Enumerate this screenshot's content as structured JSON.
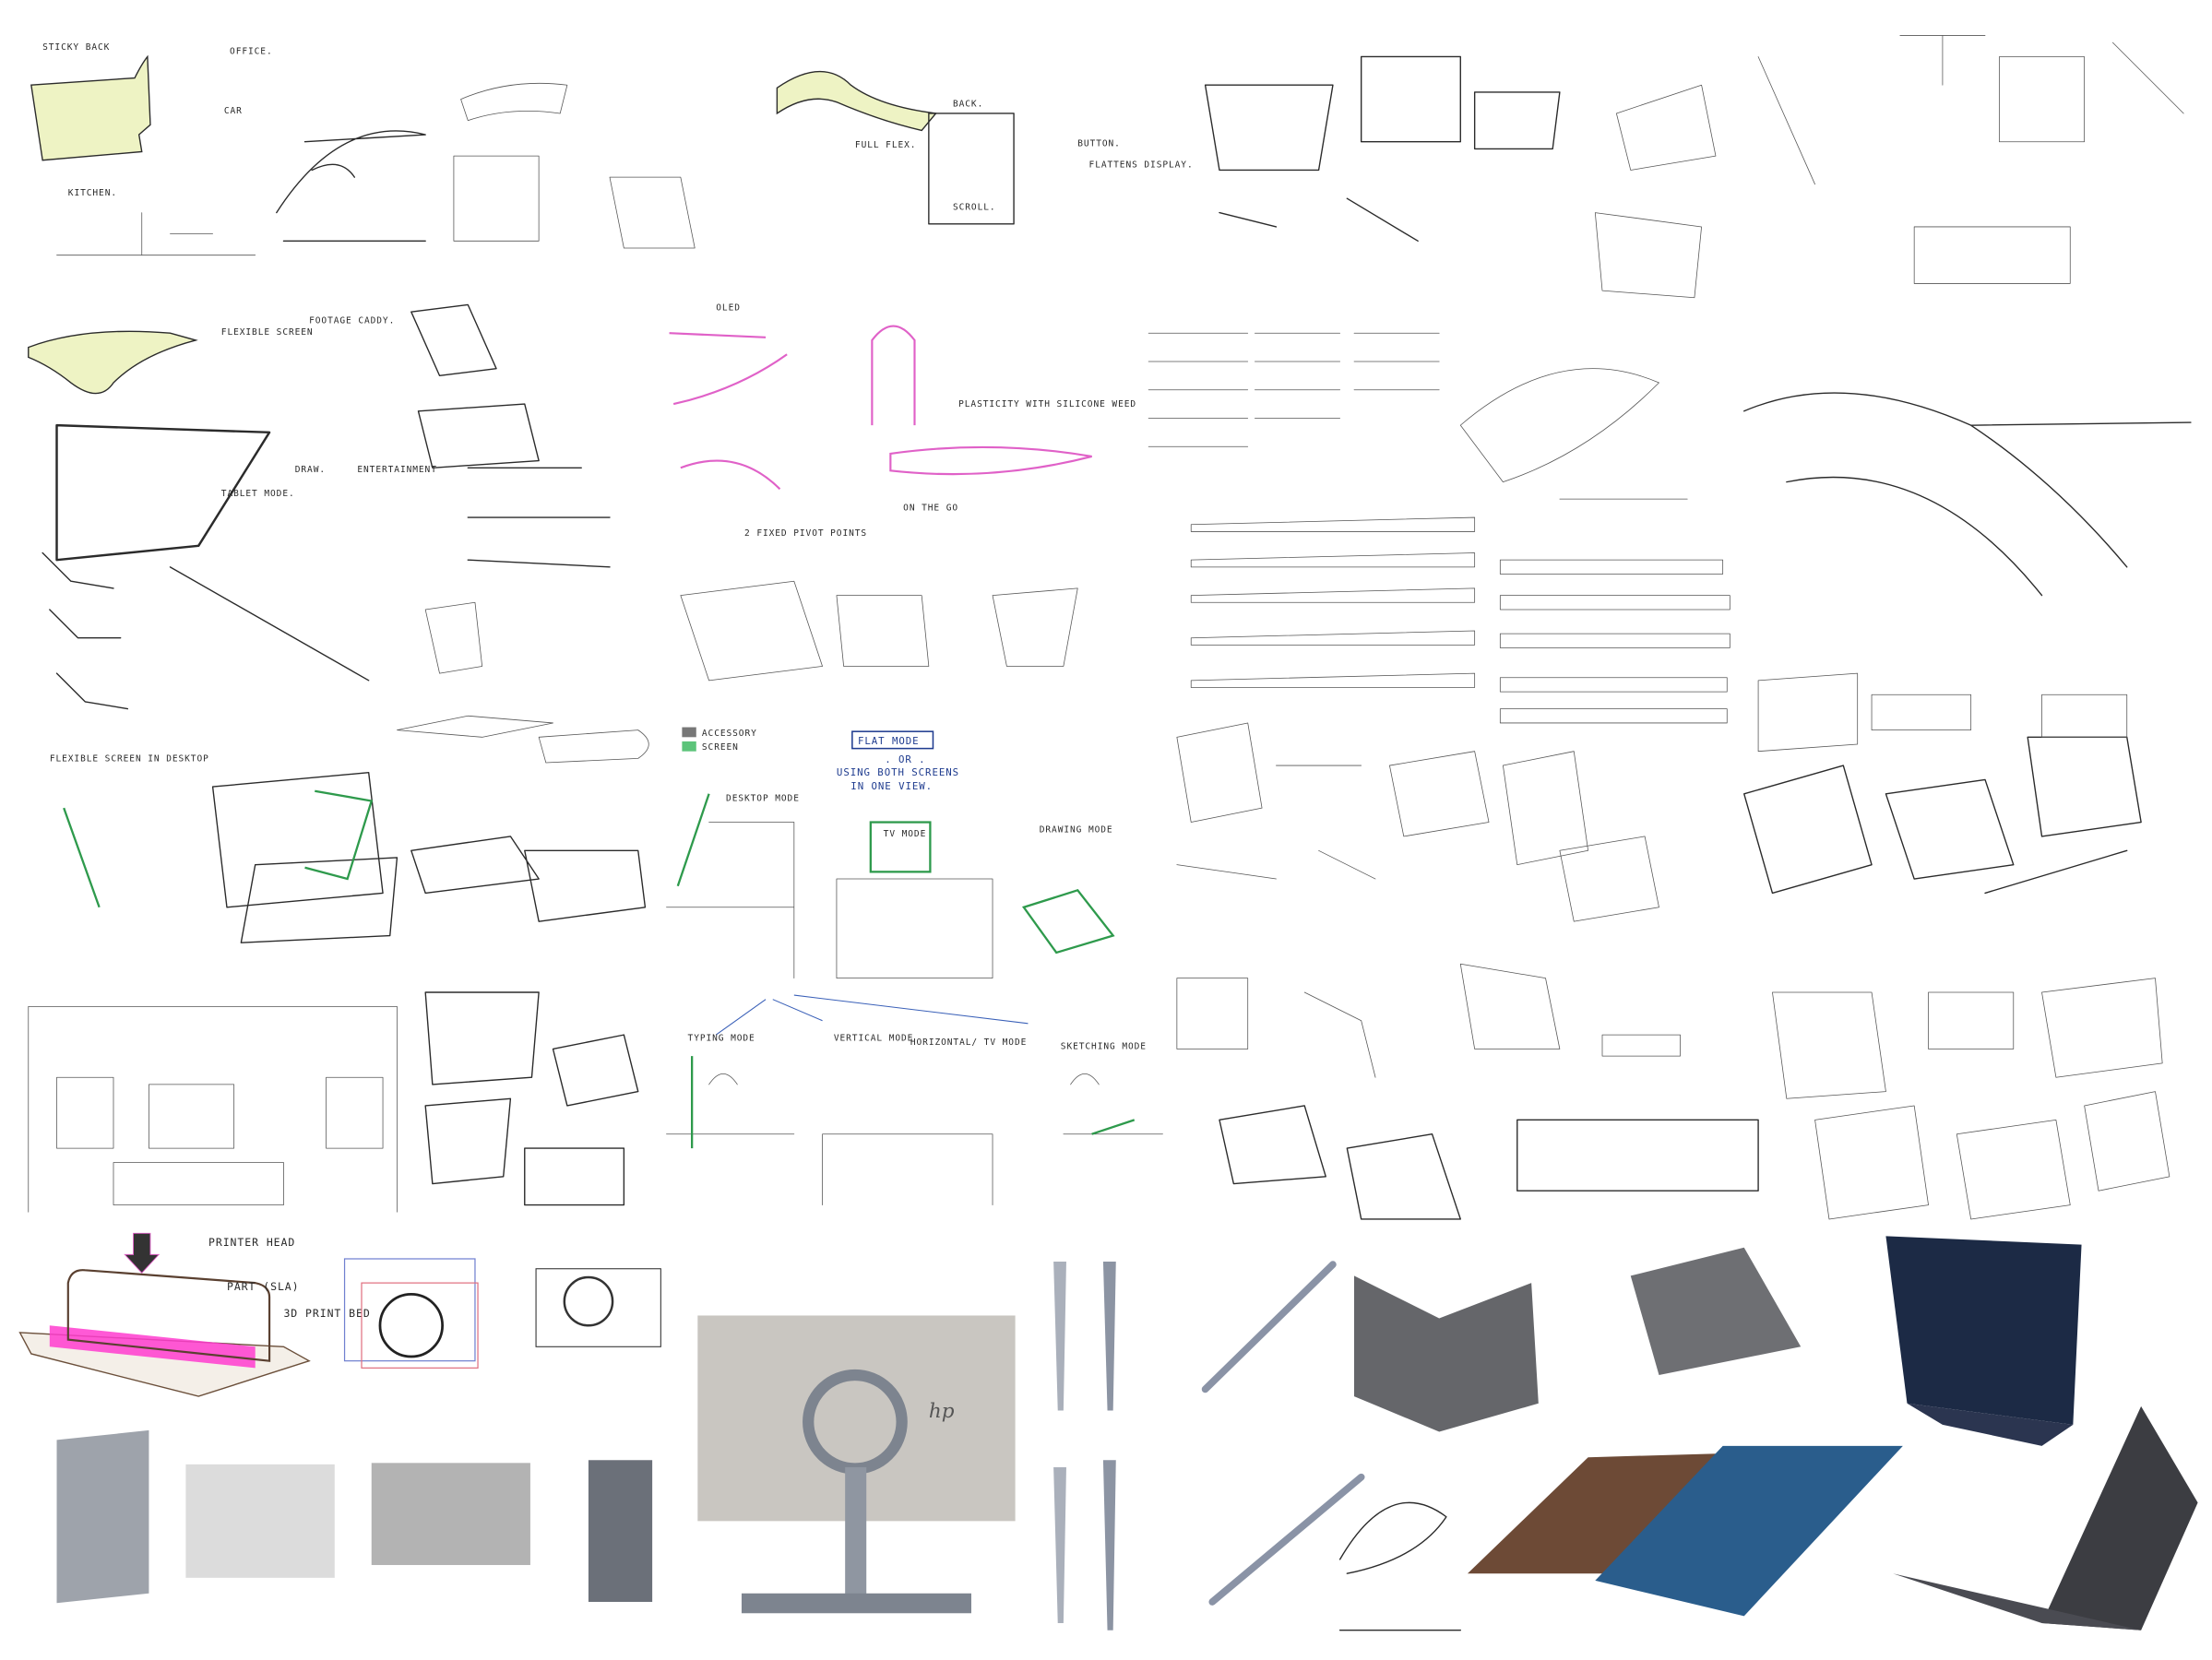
{
  "colors": {
    "paper": "#ffffff",
    "ink": "#2b2b2b",
    "highlight_yellow": "#eef3c4",
    "highlight_pink": "#e061c8",
    "highlight_green": "#2e9a4c",
    "ink_blue": "#1f3c8f",
    "render_grey": "#9ea3ab",
    "render_light": "#c9c6c1",
    "laptop_navy": "#1c2a45",
    "laptop_bronze": "#6d4a36",
    "laptop_blue": "#2a5d8c",
    "laptop_dark": "#3c3d42"
  },
  "sticky_panel": {
    "sticky_back": "STICKY BACK",
    "office": "OFFICE.",
    "car": "CAR",
    "kitchen": "KITCHEN."
  },
  "flex_panel": {
    "full_flex": "FULL FLEX.",
    "back": "BACK.",
    "button": "BUTTON.",
    "flattens_display": "FLATTENS DISPLAY.",
    "scroll": "SCROLL."
  },
  "tablet_panel": {
    "flexible_screen": "FLEXIBLE SCREEN",
    "footage_caddy": "FOOTAGE CADDY.",
    "draw": "DRAW.",
    "entertainment": "ENTERTAINMENT",
    "tablet_mode": "TABLET MODE."
  },
  "hinge_panel": {
    "oled": "OLED",
    "plasticity": "PLASTICITY WITH SILICONE WEED",
    "fixed_pivots": "2 FIXED PIVOT POINTS",
    "on_the_go": "ON THE GO"
  },
  "desktop_panel": {
    "flexible_screen_desktop": "FLEXIBLE SCREEN IN DESKTOP"
  },
  "modes_panel": {
    "legend_accessory": "ACCESSORY",
    "legend_screen": "SCREEN",
    "flat_mode": "FLAT MODE",
    "or": ". OR .",
    "using_both": "USING BOTH SCREENS",
    "in_one_view": "IN ONE VIEW.",
    "desktop_mode": "DESKTOP MODE",
    "tv_mode": "TV MODE",
    "drawing_mode": "DRAWING MODE"
  },
  "usage_panel": {
    "typing_mode": "TYPING MODE",
    "vertical_mode": "VERTICAL MODE",
    "horizontal_tv_mode": "HORIZONTAL/ TV MODE",
    "sketching_mode": "SKETCHING MODE"
  },
  "print_panel": {
    "printer_head": "PRINTER HEAD",
    "part": "PART (SLA)",
    "print_bed": "3D PRINT BED"
  },
  "logo_text": "hp"
}
